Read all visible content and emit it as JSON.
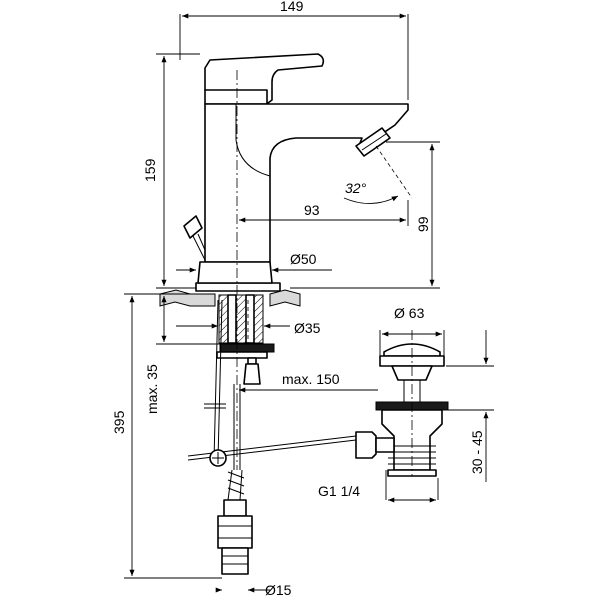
{
  "dimensions": {
    "total_width": "149",
    "height": "159",
    "spout_reach": "93",
    "spout_height": "99",
    "spout_angle": "32°",
    "base_diameter": "Ø50",
    "shank_diameter": "Ø35",
    "max_thickness": "max. 35",
    "total_depth": "395",
    "max_pullrod": "max. 150",
    "waste_diameter": "Ø 63",
    "waste_range": "30 - 45",
    "waste_thread": "G1 1/4",
    "hose_diameter": "Ø15"
  }
}
